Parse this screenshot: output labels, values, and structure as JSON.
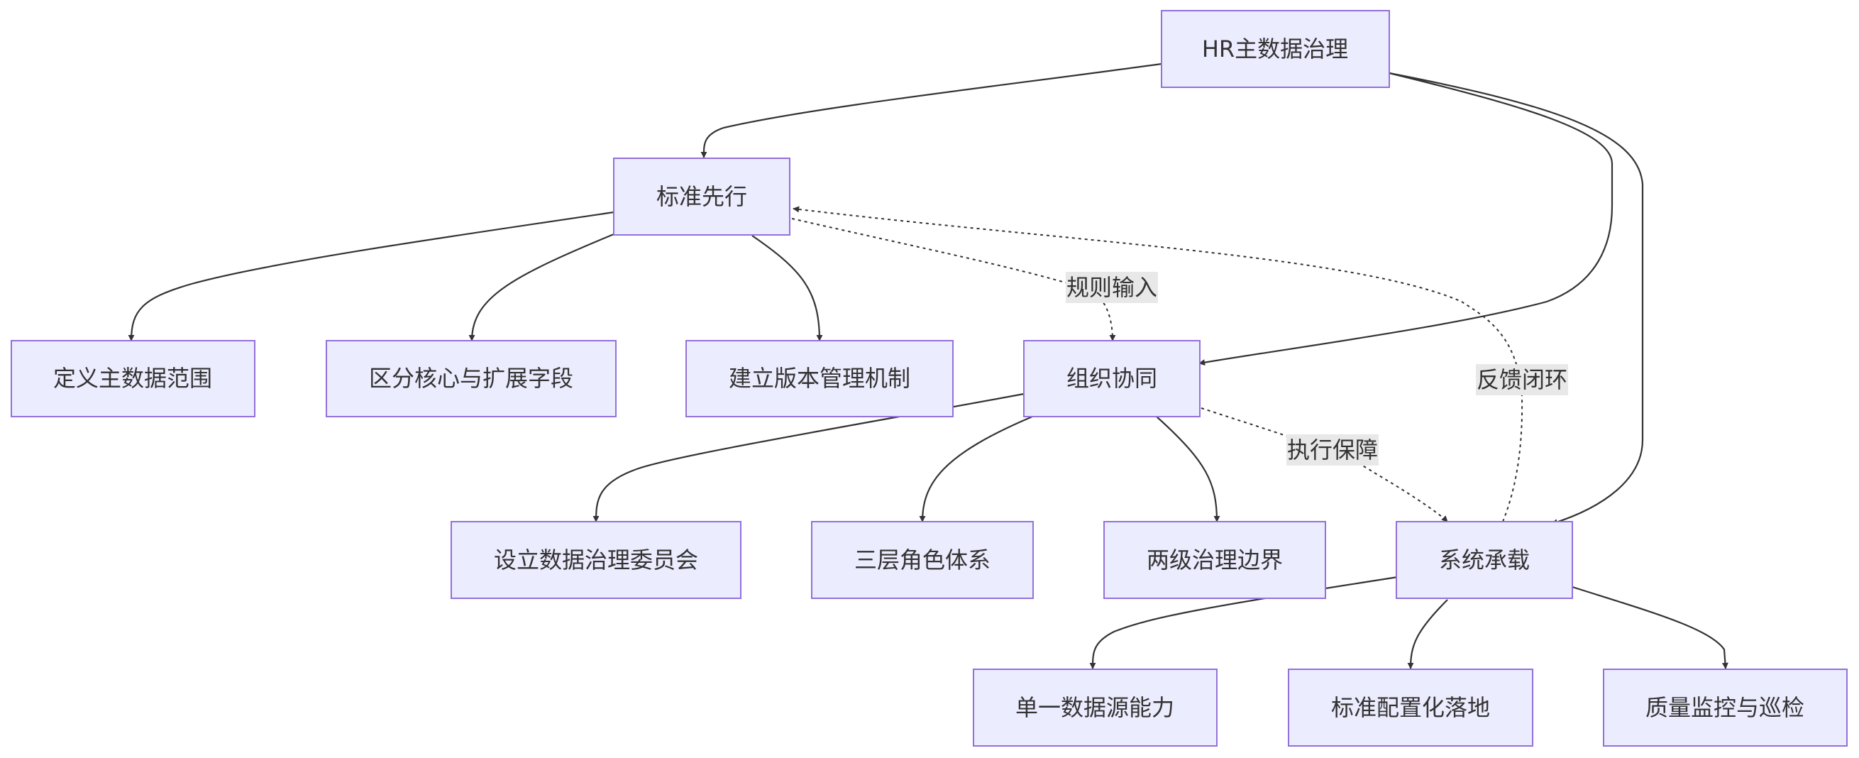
{
  "diagram": {
    "nodes": {
      "root": "HR主数据治理",
      "standard": "标准先行",
      "define_scope": "定义主数据范围",
      "core_ext": "区分核心与扩展字段",
      "version": "建立版本管理机制",
      "org": "组织协同",
      "committee": "设立数据治理委员会",
      "three_roles": "三层角色体系",
      "two_levels": "两级治理边界",
      "system": "系统承载",
      "single_source": "单一数据源能力",
      "config": "标准配置化落地",
      "quality": "质量监控与巡检"
    },
    "edge_labels": {
      "rules_input": "规则输入",
      "exec_guarantee": "执行保障",
      "feedback_loop": "反馈闭环"
    }
  },
  "colors": {
    "node_fill": "#ececff",
    "node_border": "#9370db",
    "line": "#333333",
    "edge_label_bg": "#e8e8e8"
  }
}
